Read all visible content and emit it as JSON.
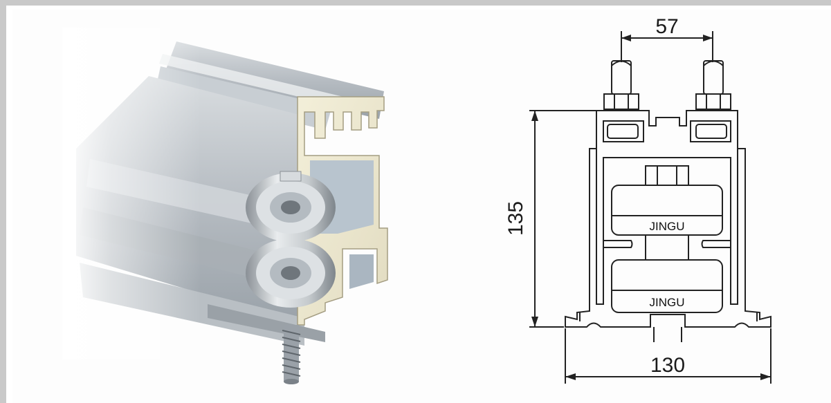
{
  "drawing": {
    "dim_top": "57",
    "dim_height": "135",
    "dim_width": "130",
    "roller_label_upper": "JINGU",
    "roller_label_lower": "JINGU"
  }
}
